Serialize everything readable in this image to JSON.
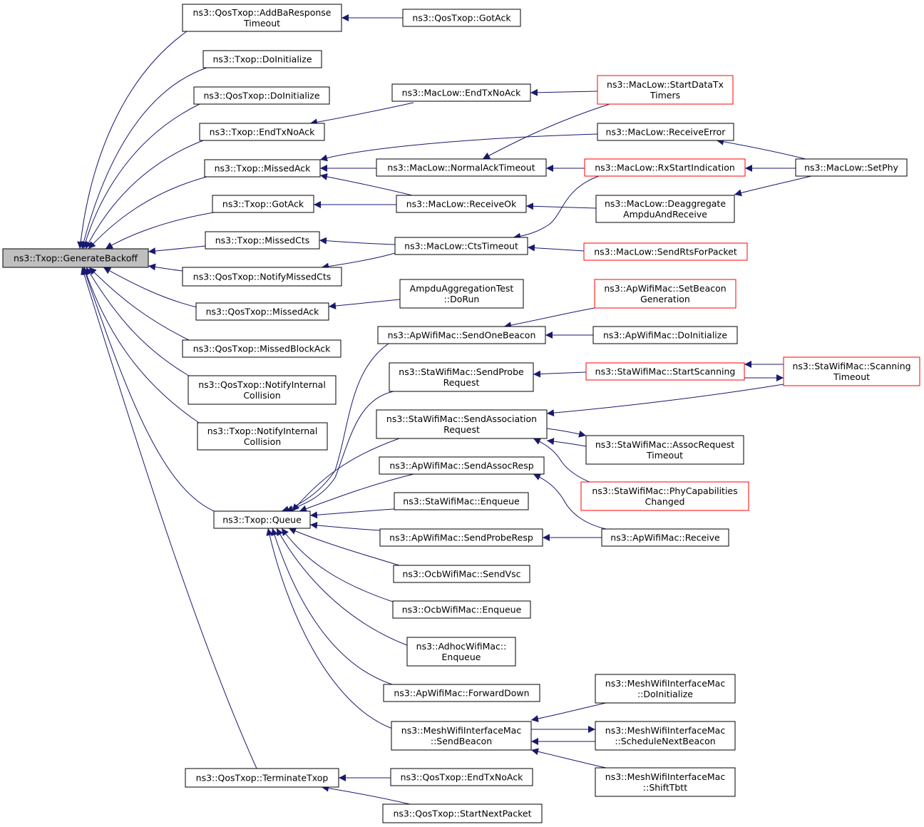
{
  "graph": {
    "nodes": [
      {
        "id": "generate_backoff",
        "lines": [
          "ns3::Txop::GenerateBackoff"
        ],
        "root": true
      },
      {
        "id": "qos_addba_resp_timeout",
        "lines": [
          "ns3::QosTxop::AddBaResponse",
          "Timeout"
        ]
      },
      {
        "id": "qos_gotack",
        "lines": [
          "ns3::QosTxop::GotAck"
        ]
      },
      {
        "id": "txop_doinit",
        "lines": [
          "ns3::Txop::DoInitialize"
        ]
      },
      {
        "id": "qos_doinit",
        "lines": [
          "ns3::QosTxop::DoInitialize"
        ]
      },
      {
        "id": "txop_endtxnoack",
        "lines": [
          "ns3::Txop::EndTxNoAck"
        ]
      },
      {
        "id": "maclow_endtxnoack",
        "lines": [
          "ns3::MacLow::EndTxNoAck"
        ]
      },
      {
        "id": "maclow_startdatatx",
        "lines": [
          "ns3::MacLow::StartDataTx",
          "Timers"
        ],
        "truncated": true
      },
      {
        "id": "txop_missedack",
        "lines": [
          "ns3::Txop::MissedAck"
        ]
      },
      {
        "id": "maclow_receiveerror",
        "lines": [
          "ns3::MacLow::ReceiveError"
        ]
      },
      {
        "id": "maclow_setphy",
        "lines": [
          "ns3::MacLow::SetPhy"
        ]
      },
      {
        "id": "maclow_normalacktimeout",
        "lines": [
          "ns3::MacLow::NormalAckTimeout"
        ]
      },
      {
        "id": "maclow_rxstart",
        "lines": [
          "ns3::MacLow::RxStartIndication"
        ],
        "truncated": true
      },
      {
        "id": "txop_gotack",
        "lines": [
          "ns3::Txop::GotAck"
        ]
      },
      {
        "id": "maclow_receiveok",
        "lines": [
          "ns3::MacLow::ReceiveOk"
        ]
      },
      {
        "id": "maclow_deaggregate",
        "lines": [
          "ns3::MacLow::Deaggregate",
          "AmpduAndReceive"
        ]
      },
      {
        "id": "txop_missedcts",
        "lines": [
          "ns3::Txop::MissedCts"
        ]
      },
      {
        "id": "maclow_ctstimeout",
        "lines": [
          "ns3::MacLow::CtsTimeout"
        ]
      },
      {
        "id": "maclow_sendrts",
        "lines": [
          "ns3::MacLow::SendRtsForPacket"
        ],
        "truncated": true
      },
      {
        "id": "qos_notifymissedcts",
        "lines": [
          "ns3::QosTxop::NotifyMissedCts"
        ]
      },
      {
        "id": "qos_missedack",
        "lines": [
          "ns3::QosTxop::MissedAck"
        ]
      },
      {
        "id": "ampdu_dorun",
        "lines": [
          "AmpduAggregationTest",
          "::DoRun"
        ]
      },
      {
        "id": "ap_setbeacongen",
        "lines": [
          "ns3::ApWifiMac::SetBeacon",
          "Generation"
        ],
        "truncated": true
      },
      {
        "id": "qos_missedblockack",
        "lines": [
          "ns3::QosTxop::MissedBlockAck"
        ]
      },
      {
        "id": "ap_sendonebeacon",
        "lines": [
          "ns3::ApWifiMac::SendOneBeacon"
        ]
      },
      {
        "id": "ap_doinit",
        "lines": [
          "ns3::ApWifiMac::DoInitialize"
        ]
      },
      {
        "id": "qos_notifyinternal",
        "lines": [
          "ns3::QosTxop::NotifyInternal",
          "Collision"
        ]
      },
      {
        "id": "sta_sendprobe",
        "lines": [
          "ns3::StaWifiMac::SendProbe",
          "Request"
        ]
      },
      {
        "id": "sta_startscanning",
        "lines": [
          "ns3::StaWifiMac::StartScanning"
        ],
        "truncated": true
      },
      {
        "id": "sta_scanningtimeout",
        "lines": [
          "ns3::StaWifiMac::Scanning",
          "Timeout"
        ],
        "truncated": true
      },
      {
        "id": "txop_notifyinternal",
        "lines": [
          "ns3::Txop::NotifyInternal",
          "Collision"
        ]
      },
      {
        "id": "sta_sendassoc",
        "lines": [
          "ns3::StaWifiMac::SendAssociation",
          "Request"
        ]
      },
      {
        "id": "sta_assoctimeout",
        "lines": [
          "ns3::StaWifiMac::AssocRequest",
          "Timeout"
        ]
      },
      {
        "id": "ap_sendassocresp",
        "lines": [
          "ns3::ApWifiMac::SendAssocResp"
        ]
      },
      {
        "id": "sta_phycap",
        "lines": [
          "ns3::StaWifiMac::PhyCapabilities",
          "Changed"
        ],
        "truncated": true
      },
      {
        "id": "sta_enqueue",
        "lines": [
          "ns3::StaWifiMac::Enqueue"
        ]
      },
      {
        "id": "txop_queue",
        "lines": [
          "ns3::Txop::Queue"
        ]
      },
      {
        "id": "ap_sendproberesp",
        "lines": [
          "ns3::ApWifiMac::SendProbeResp"
        ]
      },
      {
        "id": "ap_receive",
        "lines": [
          "ns3::ApWifiMac::Receive"
        ]
      },
      {
        "id": "ocb_sendvsc",
        "lines": [
          "ns3::OcbWifiMac::SendVsc"
        ]
      },
      {
        "id": "ocb_enqueue",
        "lines": [
          "ns3::OcbWifiMac::Enqueue"
        ]
      },
      {
        "id": "adhoc_enqueue",
        "lines": [
          "ns3::AdhocWifiMac::",
          "Enqueue"
        ]
      },
      {
        "id": "ap_forwarddown",
        "lines": [
          "ns3::ApWifiMac::ForwardDown"
        ]
      },
      {
        "id": "mesh_doinit",
        "lines": [
          "ns3::MeshWifiInterfaceMac",
          "::DoInitialize"
        ]
      },
      {
        "id": "mesh_sendbeacon",
        "lines": [
          "ns3::MeshWifiInterfaceMac",
          "::SendBeacon"
        ]
      },
      {
        "id": "mesh_schedulenext",
        "lines": [
          "ns3::MeshWifiInterfaceMac",
          "::ScheduleNextBeacon"
        ]
      },
      {
        "id": "mesh_shifttbtt",
        "lines": [
          "ns3::MeshWifiInterfaceMac",
          "::ShiftTbtt"
        ]
      },
      {
        "id": "qos_terminatetxop",
        "lines": [
          "ns3::QosTxop::TerminateTxop"
        ]
      },
      {
        "id": "qos_endtxnoack",
        "lines": [
          "ns3::QosTxop::EndTxNoAck"
        ]
      },
      {
        "id": "qos_startnextpacket",
        "lines": [
          "ns3::QosTxop::StartNextPacket"
        ]
      }
    ],
    "edges": [
      {
        "from": "qos_addba_resp_timeout",
        "to": "generate_backoff"
      },
      {
        "from": "txop_doinit",
        "to": "generate_backoff"
      },
      {
        "from": "qos_doinit",
        "to": "generate_backoff"
      },
      {
        "from": "txop_endtxnoack",
        "to": "generate_backoff"
      },
      {
        "from": "txop_missedack",
        "to": "generate_backoff"
      },
      {
        "from": "txop_gotack",
        "to": "generate_backoff"
      },
      {
        "from": "txop_missedcts",
        "to": "generate_backoff"
      },
      {
        "from": "qos_notifymissedcts",
        "to": "generate_backoff"
      },
      {
        "from": "qos_missedack",
        "to": "generate_backoff"
      },
      {
        "from": "qos_missedblockack",
        "to": "generate_backoff"
      },
      {
        "from": "qos_notifyinternal",
        "to": "generate_backoff"
      },
      {
        "from": "txop_notifyinternal",
        "to": "generate_backoff"
      },
      {
        "from": "txop_queue",
        "to": "generate_backoff"
      },
      {
        "from": "qos_terminatetxop",
        "to": "generate_backoff"
      },
      {
        "from": "qos_gotack",
        "to": "qos_addba_resp_timeout"
      },
      {
        "from": "maclow_endtxnoack",
        "to": "txop_endtxnoack"
      },
      {
        "from": "maclow_startdatatx",
        "to": "maclow_endtxnoack"
      },
      {
        "from": "maclow_startdatatx",
        "to": "maclow_normalacktimeout"
      },
      {
        "from": "maclow_receiveerror",
        "to": "txop_missedack"
      },
      {
        "from": "maclow_normalacktimeout",
        "to": "txop_missedack"
      },
      {
        "from": "maclow_receiveok",
        "to": "txop_missedack"
      },
      {
        "from": "maclow_setphy",
        "to": "maclow_receiveerror"
      },
      {
        "from": "maclow_rxstart",
        "to": "maclow_normalacktimeout"
      },
      {
        "from": "maclow_setphy",
        "to": "maclow_rxstart"
      },
      {
        "from": "maclow_setphy",
        "to": "maclow_deaggregate"
      },
      {
        "from": "maclow_receiveok",
        "to": "txop_gotack"
      },
      {
        "from": "maclow_deaggregate",
        "to": "maclow_receiveok"
      },
      {
        "from": "maclow_ctstimeout",
        "to": "txop_missedcts"
      },
      {
        "from": "maclow_ctstimeout",
        "to": "qos_notifymissedcts"
      },
      {
        "from": "maclow_rxstart",
        "to": "maclow_ctstimeout"
      },
      {
        "from": "maclow_sendrts",
        "to": "maclow_ctstimeout"
      },
      {
        "from": "ampdu_dorun",
        "to": "qos_missedack"
      },
      {
        "from": "ap_setbeacongen",
        "to": "ap_sendonebeacon"
      },
      {
        "from": "ap_doinit",
        "to": "ap_sendonebeacon"
      },
      {
        "from": "sta_startscanning",
        "to": "sta_sendprobe"
      },
      {
        "from": "sta_scanningtimeout",
        "to": "sta_startscanning"
      },
      {
        "from": "sta_startscanning",
        "to": "sta_scanningtimeout"
      },
      {
        "from": "sta_scanningtimeout",
        "to": "sta_sendassoc"
      },
      {
        "from": "sta_assoctimeout",
        "to": "sta_sendassoc"
      },
      {
        "from": "sta_sendassoc",
        "to": "sta_assoctimeout"
      },
      {
        "from": "sta_phycap",
        "to": "sta_sendassoc"
      },
      {
        "from": "ap_receive",
        "to": "ap_sendassocresp"
      },
      {
        "from": "ap_receive",
        "to": "ap_sendproberesp"
      },
      {
        "from": "ap_sendonebeacon",
        "to": "txop_queue"
      },
      {
        "from": "sta_sendprobe",
        "to": "txop_queue"
      },
      {
        "from": "sta_sendassoc",
        "to": "txop_queue"
      },
      {
        "from": "ap_sendassocresp",
        "to": "txop_queue"
      },
      {
        "from": "sta_enqueue",
        "to": "txop_queue"
      },
      {
        "from": "ap_sendproberesp",
        "to": "txop_queue"
      },
      {
        "from": "ocb_sendvsc",
        "to": "txop_queue"
      },
      {
        "from": "ocb_enqueue",
        "to": "txop_queue"
      },
      {
        "from": "adhoc_enqueue",
        "to": "txop_queue"
      },
      {
        "from": "ap_forwarddown",
        "to": "txop_queue"
      },
      {
        "from": "mesh_sendbeacon",
        "to": "txop_queue"
      },
      {
        "from": "mesh_doinit",
        "to": "mesh_sendbeacon"
      },
      {
        "from": "mesh_schedulenext",
        "to": "mesh_sendbeacon"
      },
      {
        "from": "mesh_sendbeacon",
        "to": "mesh_schedulenext"
      },
      {
        "from": "mesh_shifttbtt",
        "to": "mesh_sendbeacon"
      },
      {
        "from": "qos_endtxnoack",
        "to": "qos_terminatetxop"
      },
      {
        "from": "qos_startnextpacket",
        "to": "qos_terminatetxop"
      }
    ]
  }
}
